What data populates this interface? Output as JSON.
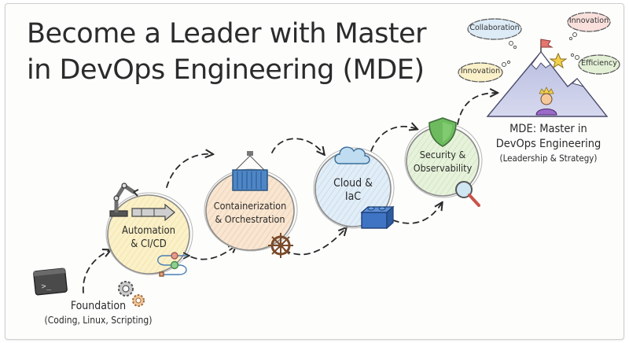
{
  "title": {
    "line1": "Become a Leader with Master",
    "line2": "in DevOps Engineering (MDE)"
  },
  "stages": [
    {
      "id": "foundation",
      "label": "Foundation",
      "sublabel": "(Coding, Linux, Scripting)",
      "icons": [
        "terminal-icon",
        "gears-icon"
      ]
    },
    {
      "id": "automation",
      "line1": "Automation",
      "line2": "& CI/CD",
      "color": "#fbf1c9",
      "icons": [
        "robot-arm-icon",
        "pipeline-arrow-icon",
        "workflow-icon"
      ]
    },
    {
      "id": "containers",
      "line1": "Containerization",
      "line2": "& Orchestration",
      "color": "#f8e3cc",
      "icons": [
        "shipping-container-icon",
        "ship-wheel-icon"
      ]
    },
    {
      "id": "cloud",
      "line1": "Cloud &",
      "line2": "IaC",
      "color": "#dcebf6",
      "icons": [
        "cloud-icon",
        "lego-brick-icon"
      ]
    },
    {
      "id": "security",
      "line1": "Security &",
      "line2": "Observability",
      "color": "#e3f0d6",
      "icons": [
        "shield-icon",
        "magnifier-icon"
      ]
    }
  ],
  "goal": {
    "line1": "MDE: Master in",
    "line2": "DevOps Engineering",
    "line3": "(Leadership & Strategy)"
  },
  "thought_bubbles": [
    {
      "label": "Collaboration",
      "color": "#dcebf6"
    },
    {
      "label": "Innovation",
      "color": "#f9e0dc"
    },
    {
      "label": "Innovation",
      "color": "#fbf1c9"
    },
    {
      "label": "Efficiency",
      "color": "#e3f0d6"
    }
  ]
}
